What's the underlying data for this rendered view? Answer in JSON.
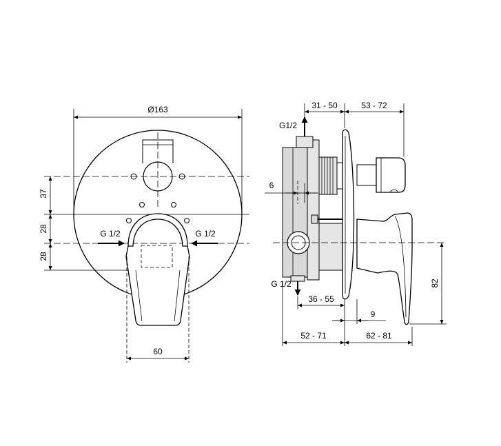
{
  "front_view": {
    "diameter_label": "Ø163",
    "dim_37": "37",
    "dim_28_upper": "28",
    "dim_28_lower": "28",
    "inlet_left_label": "G 1/2",
    "inlet_right_label": "G 1/2",
    "dim_60": "60"
  },
  "side_view": {
    "dim_31_50": "31 - 50",
    "dim_53_72": "53 - 72",
    "top_outlet_label": "G1/2",
    "dim_6": "6",
    "bottom_outlet_label": "G 1/2",
    "dim_36_55": "36 - 55",
    "dim_9": "9",
    "dim_82": "82",
    "dim_52_71": "52 - 71",
    "dim_62_81": "62 - 81"
  },
  "colors": {
    "line": "#000000",
    "body_fill": "#d9d9d9",
    "background": "#ffffff"
  }
}
